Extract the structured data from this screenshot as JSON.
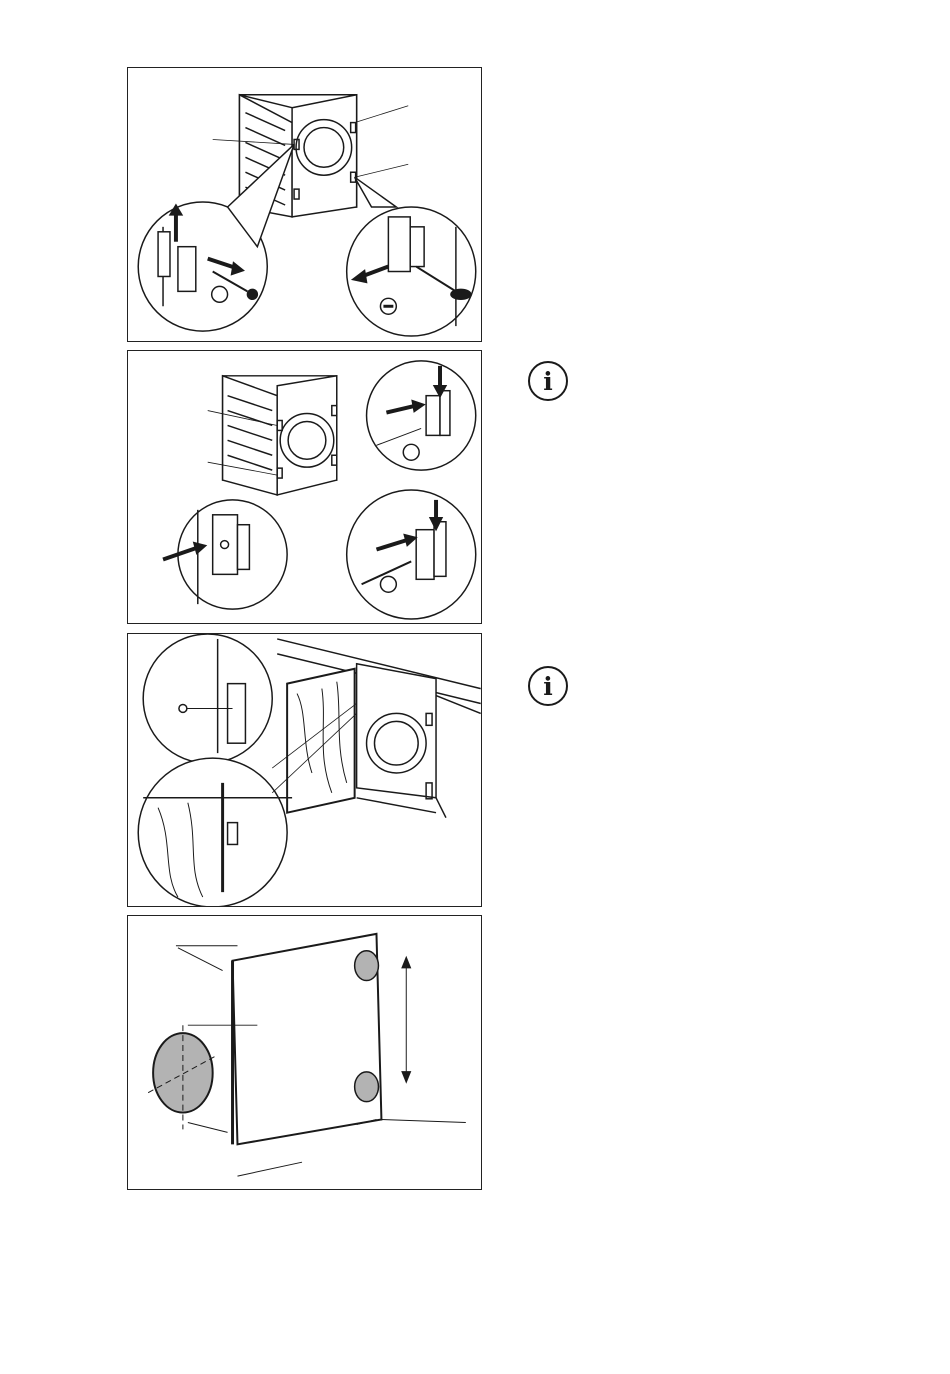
{
  "page": {
    "figures": [
      {
        "id": "fig1",
        "icon": "remove-hinge-plates-illustration"
      },
      {
        "id": "fig2",
        "icon": "move-hinge-plates-illustration"
      },
      {
        "id": "fig3",
        "icon": "furniture-door-fit-illustration"
      },
      {
        "id": "fig4",
        "icon": "door-hole-dimensions-illustration"
      }
    ],
    "info_icons": [
      {
        "icon": "info-icon",
        "glyph": "i"
      },
      {
        "icon": "info-icon",
        "glyph": "i"
      }
    ],
    "colors": {
      "line": "#1a1a1a",
      "shade": "#b3b3b3",
      "background": "#ffffff"
    }
  }
}
